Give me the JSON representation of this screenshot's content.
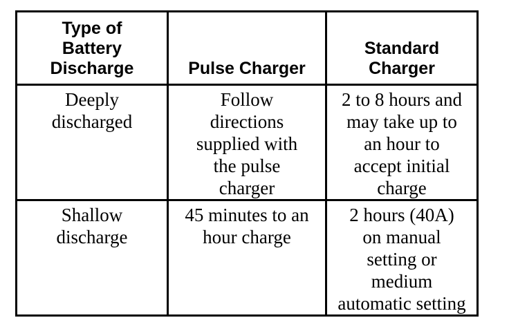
{
  "table": {
    "title": "battery-charging-time-table",
    "colors": {
      "border": "#000000",
      "background": "#ffffff",
      "text": "#000000"
    },
    "columns": [
      {
        "header": "Type of\nBattery\nDischarge"
      },
      {
        "header": "Pulse Charger"
      },
      {
        "header": "Standard\nCharger"
      }
    ],
    "rows": [
      {
        "cells": [
          "Deeply\ndischarged",
          "Follow\ndirections\nsupplied with\nthe pulse\ncharger",
          "2 to 8 hours and\nmay take up to\nan hour to\naccept initial\ncharge"
        ]
      },
      {
        "cells": [
          "Shallow\ndischarge",
          "45 minutes to an\nhour charge",
          "2 hours (40A)\non manual\nsetting or\nmedium\nautomatic setting"
        ]
      }
    ]
  }
}
